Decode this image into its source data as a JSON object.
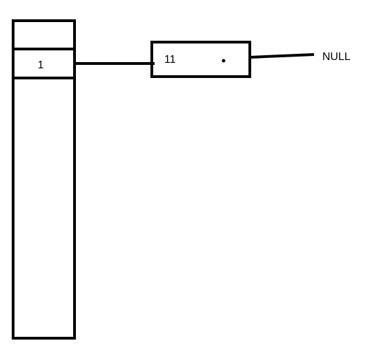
{
  "diagram": {
    "array_cells": [
      "1"
    ],
    "list_nodes": [
      {
        "value": "11"
      }
    ],
    "terminator": "NULL"
  }
}
